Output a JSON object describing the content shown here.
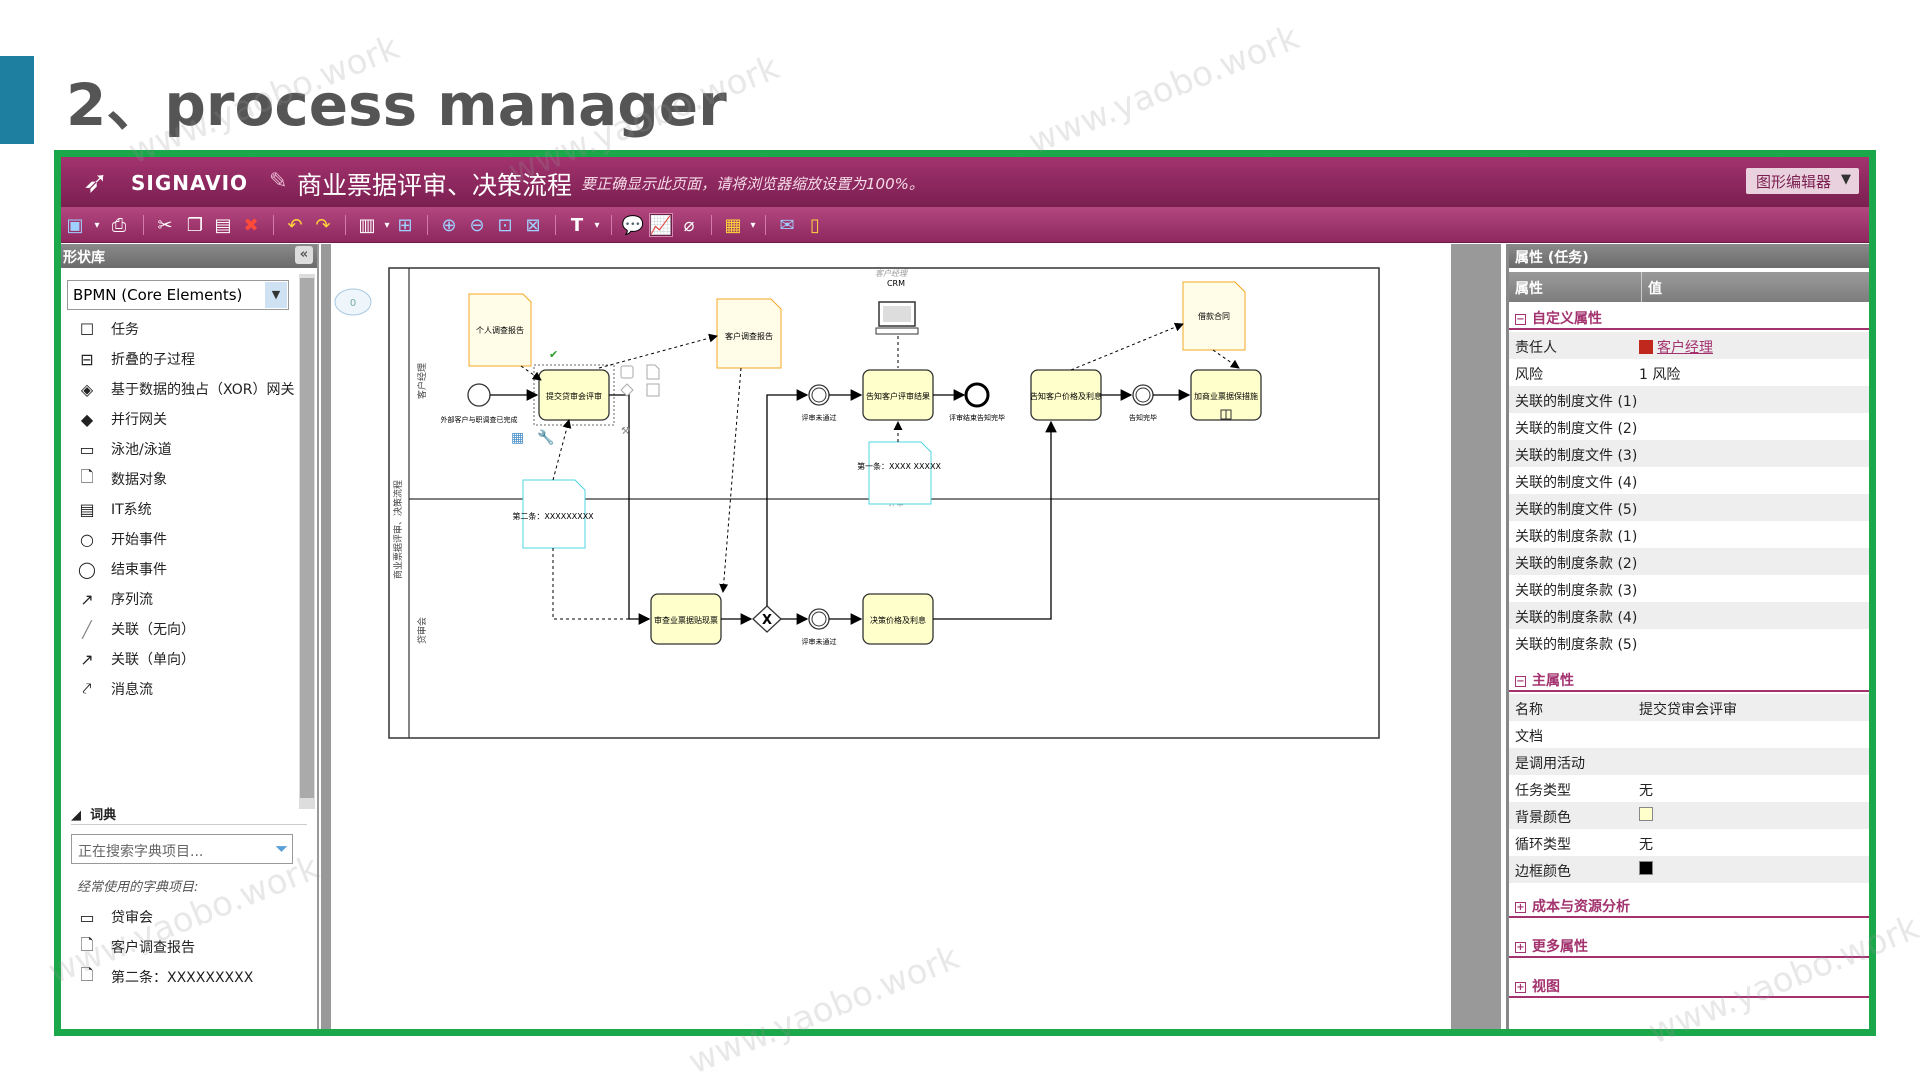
{
  "slide": {
    "title": "2、process manager"
  },
  "watermark": "www.yaobo.work",
  "app": {
    "logo_text": "SIGNAVIO",
    "process_title": "商业票据评审、决策流程",
    "zoom_note": "要正确显示此页面，请将浏览器缩放设置为100%。",
    "editor_mode": "图形编辑器"
  },
  "toolbar_icons": [
    "save-icon",
    "print-icon",
    "cut-icon",
    "copy-icon",
    "paste-icon",
    "delete-icon",
    "undo-icon",
    "redo-icon",
    "align-icon",
    "layout-icon",
    "zoom-in-icon",
    "zoom-out-icon",
    "zoom-fit-icon",
    "zoom-page-icon",
    "text-format-icon",
    "comment-icon",
    "chart-icon",
    "attach-icon",
    "clipboard-icon",
    "mail-icon",
    "book-icon"
  ],
  "shape_repository": {
    "header": "形状库",
    "stencil": "BPMN (Core Elements)",
    "items": [
      {
        "label": "任务",
        "icon": "task-icon"
      },
      {
        "label": "折叠的子过程",
        "icon": "subprocess-icon"
      },
      {
        "label": "基于数据的独占（XOR）网关",
        "icon": "xor-gateway-icon"
      },
      {
        "label": "并行网关",
        "icon": "parallel-gateway-icon"
      },
      {
        "label": "泳池/泳道",
        "icon": "pool-icon"
      },
      {
        "label": "数据对象",
        "icon": "data-object-icon"
      },
      {
        "label": "IT系统",
        "icon": "it-system-icon"
      },
      {
        "label": "开始事件",
        "icon": "start-event-icon"
      },
      {
        "label": "结束事件",
        "icon": "end-event-icon"
      },
      {
        "label": "序列流",
        "icon": "sequence-flow-icon"
      },
      {
        "label": "关联（无向）",
        "icon": "association-icon"
      },
      {
        "label": "关联（单向）",
        "icon": "directed-association-icon"
      },
      {
        "label": "消息流",
        "icon": "message-flow-icon"
      }
    ],
    "dictionary": {
      "header": "词典",
      "search_placeholder": "正在搜索字典项目...",
      "frequent_label": "经常使用的字典项目:",
      "items": [
        {
          "label": "贷审会",
          "icon": "pool-icon"
        },
        {
          "label": "客户调查报告",
          "icon": "data-object-icon"
        },
        {
          "label": "第二条：XXXXXXXXX",
          "icon": "data-object-icon"
        }
      ]
    }
  },
  "diagram": {
    "comment_count": "0",
    "pool_label": "商业票据评审、决策流程",
    "lane_top_label": "客户经理",
    "lane_bottom_label": "贷审会",
    "lane_top_title": "客户经理",
    "lane_bottom_title": "评审",
    "start_event_label": "外部客户与职调查已完成",
    "tasks": {
      "submit": "提交贷审会评审",
      "inform_result": "告知客户评审结果",
      "inform_price": "告知客户价格及利息",
      "add_guarantee": "加商业票据保措施",
      "review": "审查业票据贴现票",
      "decide": "决策价格及利息"
    },
    "documents": {
      "personal_report": "个人调查报告",
      "customer_report": "客户调查报告",
      "loan_contract": "借款合同",
      "article_one": "第一条：XXXX XXXXX",
      "article_two": "第二条：XXXXXXXXX"
    },
    "it_system": "CRM",
    "events": {
      "not_passed_1": "评审未通过",
      "result_end": "评审结束告知完毕",
      "inform_done": "告知完毕",
      "not_passed_2": "评审未通过"
    },
    "gateway_symbol": "X"
  },
  "properties": {
    "header": "属性 (任务)",
    "col_prop": "属性",
    "col_val": "值",
    "sections": {
      "custom": "自定义属性",
      "main": "主属性",
      "cost": "成本与资源分析",
      "more": "更多属性",
      "view": "视图"
    },
    "custom_rows": [
      {
        "k": "责任人",
        "v": "客户经理"
      },
      {
        "k": "风险",
        "v": "1 风险"
      },
      {
        "k": "关联的制度文件 (1)",
        "v": ""
      },
      {
        "k": "关联的制度文件 (2)",
        "v": ""
      },
      {
        "k": "关联的制度文件 (3)",
        "v": ""
      },
      {
        "k": "关联的制度文件 (4)",
        "v": ""
      },
      {
        "k": "关联的制度文件 (5)",
        "v": ""
      },
      {
        "k": "关联的制度条款 (1)",
        "v": ""
      },
      {
        "k": "关联的制度条款 (2)",
        "v": ""
      },
      {
        "k": "关联的制度条款 (3)",
        "v": ""
      },
      {
        "k": "关联的制度条款 (4)",
        "v": ""
      },
      {
        "k": "关联的制度条款 (5)",
        "v": ""
      }
    ],
    "main_rows": [
      {
        "k": "名称",
        "v": "提交贷审会评审"
      },
      {
        "k": "文档",
        "v": ""
      },
      {
        "k": "是调用活动",
        "v": ""
      },
      {
        "k": "任务类型",
        "v": "无"
      },
      {
        "k": "背景颜色",
        "v": ""
      },
      {
        "k": "循环类型",
        "v": "无"
      },
      {
        "k": "边框颜色",
        "v": ""
      }
    ],
    "colors": {
      "owner_swatch": "#c0281e",
      "background": "#ffffcc",
      "border": "#000000"
    }
  }
}
